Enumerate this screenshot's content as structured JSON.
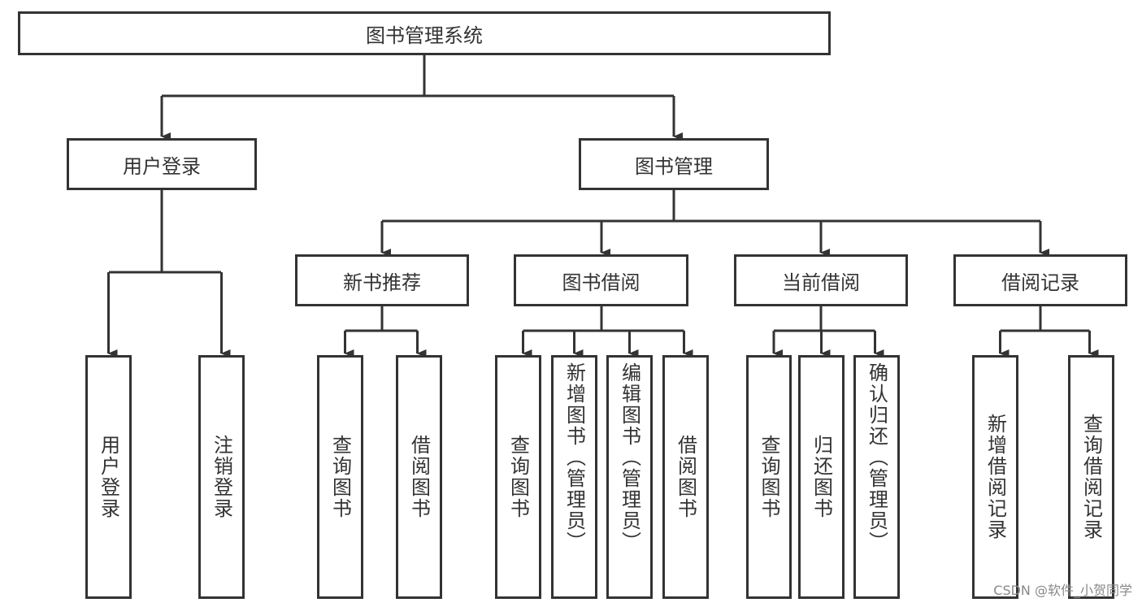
{
  "root": {
    "label": "图书管理系统",
    "children": [
      {
        "label": "用户登录",
        "children": [
          {
            "label": "用户登录"
          },
          {
            "label": "注销登录"
          }
        ]
      },
      {
        "label": "图书管理",
        "children": [
          {
            "label": "新书推荐",
            "children": [
              {
                "label": "查询图书"
              },
              {
                "label": "借阅图书"
              }
            ]
          },
          {
            "label": "图书借阅",
            "children": [
              {
                "label": "查询图书"
              },
              {
                "label": "新增图书（管理员）"
              },
              {
                "label": "编辑图书（管理员）"
              },
              {
                "label": "借阅图书"
              }
            ]
          },
          {
            "label": "当前借阅",
            "children": [
              {
                "label": "查询图书"
              },
              {
                "label": "归还图书"
              },
              {
                "label": "确认归还（管理员）"
              }
            ]
          },
          {
            "label": "借阅记录",
            "children": [
              {
                "label": "新增借阅记录"
              },
              {
                "label": "查询借阅记录"
              }
            ]
          }
        ]
      }
    ]
  },
  "watermark": "CSDN @软件_小贺同学",
  "colors": {
    "stroke": "#333333",
    "background": "#ffffff"
  }
}
